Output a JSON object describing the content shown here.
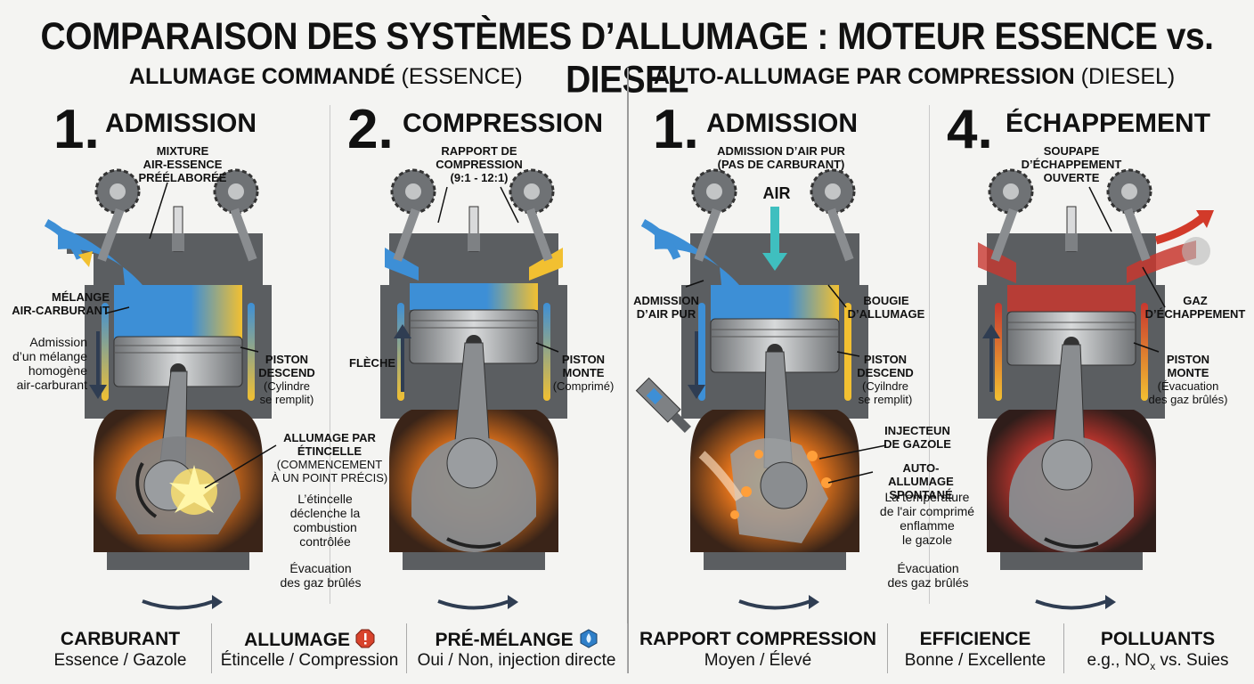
{
  "title": "COMPARAISON DES SYSTÈMES D’ALLUMAGE : MOTEUR ESSENCE vs. DIESEL",
  "left_section": {
    "main": "ALLUMAGE COMMANDÉ",
    "paren": "(ESSENCE)"
  },
  "right_section": {
    "main": "AUTO-ALLUMAGE PAR COMPRESSION",
    "paren": "(DIESEL)"
  },
  "steps": [
    {
      "num": "1.",
      "name": "ADMISSION"
    },
    {
      "num": "2.",
      "name": "COMPRESSION"
    },
    {
      "num": "1.",
      "name": "ADMISSION"
    },
    {
      "num": "4.",
      "name": "ÉCHAPPEMENT"
    }
  ],
  "labels": {
    "p1_top": [
      "MIXTURE",
      "AIR-ESSENCE",
      "PRÉÉLABORÉE"
    ],
    "p1_mix": [
      "MÉLANGE",
      "AIR-CARBURANT"
    ],
    "p1_adm": [
      "Admission",
      "d’un mélange",
      "homogène",
      "air-carburant"
    ],
    "p1_piston": [
      "PISTON",
      "DESCEND"
    ],
    "p1_piston_sub": [
      "(Cylindre",
      "se remplit)"
    ],
    "p1_spark": [
      "ALLUMAGE PAR",
      "ÉTINCELLE"
    ],
    "p1_spark_sub": [
      "(COMMENCEMENT",
      "À UN POINT PRÉCIS)"
    ],
    "p1_spark_desc": [
      "L’étincelle",
      "déclenche la",
      "combustion",
      "contrôlée"
    ],
    "p1_evac": [
      "Évacuation",
      "des gaz brûlés"
    ],
    "p2_top": [
      "RAPPORT DE",
      "COMPRESSION",
      "(9:1 - 12:1)"
    ],
    "p2_arrow": "FLÈCHE",
    "p2_piston": [
      "PISTON",
      "MONTE"
    ],
    "p2_piston_sub": "(Comprimé)",
    "p3_top": [
      "ADMISSION D’AIR PUR",
      "(PAS DE CARBURANT)"
    ],
    "p3_air": "AIR",
    "p3_left": [
      "ADMISSION",
      "D’AIR PUR"
    ],
    "p3_bougie": [
      "BOUGIE",
      "D’ALLUMAGE"
    ],
    "p3_piston": [
      "PISTON",
      "DESCEND"
    ],
    "p3_piston_sub": [
      "(Cyilndre",
      "se remplit)"
    ],
    "p3_inj": [
      "INJECTEUN",
      "DE GAZOLE"
    ],
    "p3_auto": [
      "AUTO-ALLUMAGE",
      "SPONTANÉ"
    ],
    "p3_auto_desc": [
      "La température",
      "de l'air comprimé",
      "enflamme",
      "le gazole"
    ],
    "p3_evac": [
      "Évacuation",
      "des gaz brûlés"
    ],
    "p4_top": [
      "SOUPAPE",
      "D’ÉCHAPPEMENT",
      "OUVERTE"
    ],
    "p4_gaz": [
      "GAZ",
      "D’ÉCHAPPEMENT"
    ],
    "p4_piston": [
      "PISTON",
      "MONTE"
    ],
    "p4_piston_sub": [
      "(Évacuation",
      "des gaz brûlés)"
    ]
  },
  "footer": [
    {
      "head": "CARBURANT",
      "value": "Essence / Gazole"
    },
    {
      "head": "ALLUMAGE",
      "value": "Étincelle / Compression",
      "icon": "warning-octagon-icon",
      "icon_color": "#d8432c"
    },
    {
      "head": "PRÉ-MÉLANGE",
      "value": "Oui / Non, injection directe",
      "icon": "droplet-hexagon-icon",
      "icon_color": "#2f7fc8"
    },
    {
      "head": "RAPPORT COMPRESSION",
      "value": "Moyen / Élevé"
    },
    {
      "head": "EFFICIENCE",
      "value": "Bonne / Excellente"
    },
    {
      "head": "POLLUANTS",
      "value_main": "e.g., NO",
      "value_sub": "x",
      "value_end": " vs. Suies"
    }
  ],
  "colors": {
    "gas_blue": "#3d8fd6",
    "gas_yellow": "#f2c031",
    "exhaust_red": "#c8372f",
    "combustion_orange": "#f07a1c",
    "metal": "#8a8d90"
  }
}
